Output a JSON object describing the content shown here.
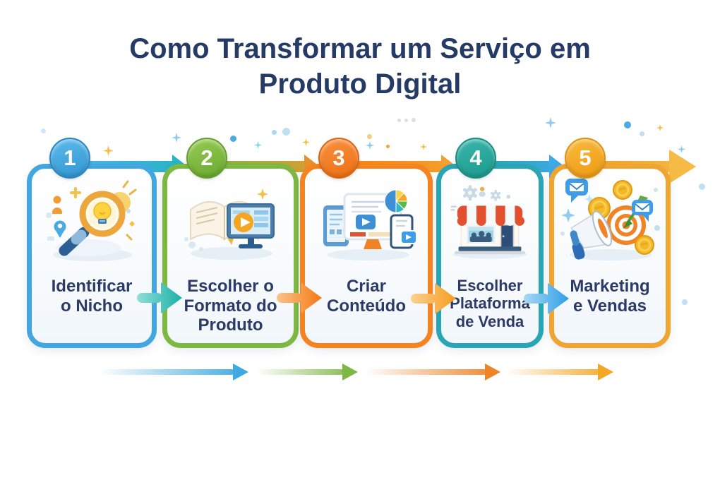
{
  "title": "Como Transformar um Serviço em\nProduto Digital",
  "steps": [
    {
      "number": "1",
      "label": "Identificar\no Nicho",
      "accent_color": "#42a6e0",
      "icon": "magnifier-lightbulb-icon"
    },
    {
      "number": "2",
      "label": "Escolher o\nFormato do\nProduto",
      "accent_color": "#7db843",
      "icon": "open-book-monitor-icon"
    },
    {
      "number": "3",
      "label": "Criar\nConteúdo",
      "accent_color": "#f5831f",
      "icon": "content-devices-icon"
    },
    {
      "number": "4",
      "label": "Escolher\nPlataforma\nde Venda",
      "accent_color": "#2aa5b5",
      "icon": "storefront-icon"
    },
    {
      "number": "5",
      "label": "Marketing\ne Vendas",
      "accent_color": "#f0a431",
      "icon": "megaphone-target-coins-icon"
    }
  ],
  "colors": {
    "background": "#ffffff",
    "title_text": "#263a66",
    "label_text": "#2b3a67",
    "top_band_1": [
      "#4db3e8",
      "#27b4c6"
    ],
    "top_band_2": [
      "#7db843",
      "#dd9c31"
    ],
    "top_band_3": [
      "#f5820f",
      "#f5a02e"
    ],
    "top_band_4": [
      "#28a7ae",
      "#3fa9e6"
    ],
    "top_band_5": [
      "#efa325",
      "#f6bb45"
    ],
    "mid_arrow_1": "#1cb0a6",
    "mid_arrow_2": "#f47a12",
    "mid_arrow_3": "#f59d1f",
    "mid_arrow_4": "#2f9fe5",
    "bottom_arrow_1": "#3fa9e0",
    "bottom_arrow_2": "#7db843",
    "bottom_arrow_3": "#f08326",
    "bottom_arrow_4": "#f5a623"
  }
}
